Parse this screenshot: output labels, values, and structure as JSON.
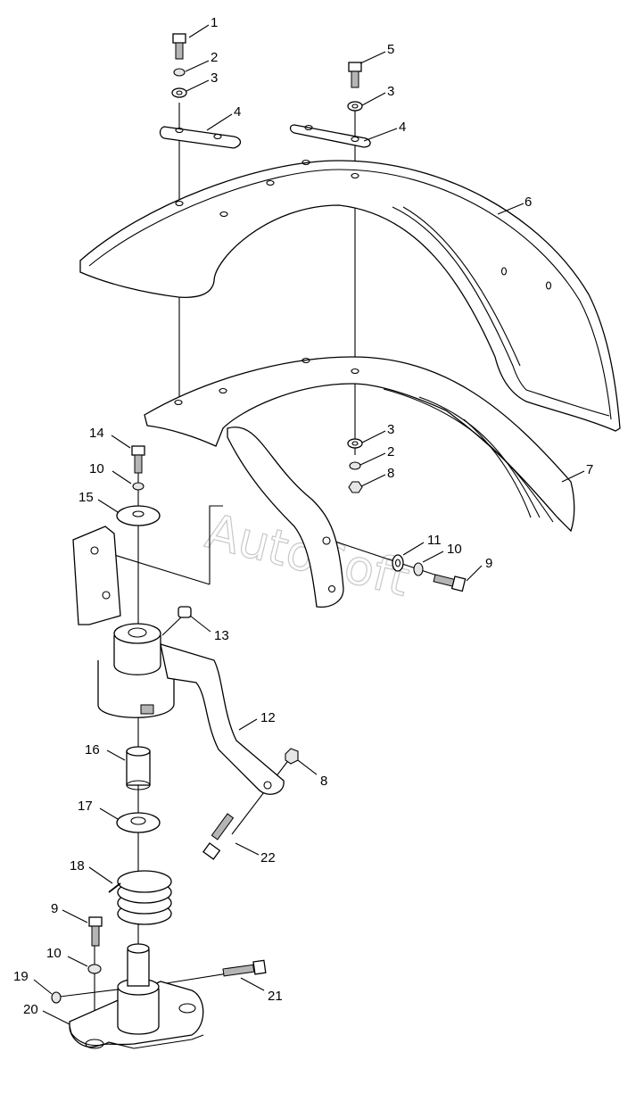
{
  "watermark": "AutoSoft",
  "callouts": [
    {
      "id": "c1",
      "label": "1"
    },
    {
      "id": "c2a",
      "label": "2"
    },
    {
      "id": "c3a",
      "label": "3"
    },
    {
      "id": "c4a",
      "label": "4"
    },
    {
      "id": "c5",
      "label": "5"
    },
    {
      "id": "c3b",
      "label": "3"
    },
    {
      "id": "c4b",
      "label": "4"
    },
    {
      "id": "c6",
      "label": "6"
    },
    {
      "id": "c3c",
      "label": "3"
    },
    {
      "id": "c2b",
      "label": "2"
    },
    {
      "id": "c8a",
      "label": "8"
    },
    {
      "id": "c7",
      "label": "7"
    },
    {
      "id": "c14",
      "label": "14"
    },
    {
      "id": "c10a",
      "label": "10"
    },
    {
      "id": "c15",
      "label": "15"
    },
    {
      "id": "c11",
      "label": "11"
    },
    {
      "id": "c10b",
      "label": "10"
    },
    {
      "id": "c9a",
      "label": "9"
    },
    {
      "id": "c13",
      "label": "13"
    },
    {
      "id": "c12",
      "label": "12"
    },
    {
      "id": "c16",
      "label": "16"
    },
    {
      "id": "c8b",
      "label": "8"
    },
    {
      "id": "c17",
      "label": "17"
    },
    {
      "id": "c22",
      "label": "22"
    },
    {
      "id": "c18",
      "label": "18"
    },
    {
      "id": "c9b",
      "label": "9"
    },
    {
      "id": "c10c",
      "label": "10"
    },
    {
      "id": "c19",
      "label": "19"
    },
    {
      "id": "c21",
      "label": "21"
    },
    {
      "id": "c20",
      "label": "20"
    }
  ]
}
